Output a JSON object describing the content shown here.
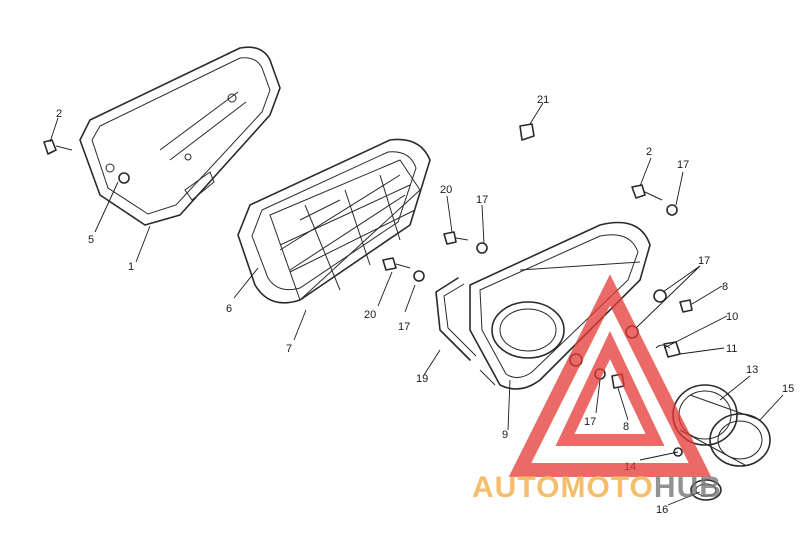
{
  "watermark": {
    "word_auto": "AUTO",
    "word_moto": "MOTO",
    "word_hub": "HUB",
    "color_orange": "#f2a93b",
    "color_red": "#e53935",
    "color_gray": "#6e6e6e"
  },
  "callouts": {
    "c1": "1",
    "c2a": "2",
    "c2b": "2",
    "c5": "5",
    "c6": "6",
    "c7": "7",
    "c8a": "8",
    "c8b": "8",
    "c9": "9",
    "c10": "10",
    "c11": "11",
    "c13": "13",
    "c14": "14",
    "c15": "15",
    "c16": "16",
    "c17a": "17",
    "c17b": "17",
    "c17c": "17",
    "c17d": "17",
    "c17e": "17",
    "c19": "19",
    "c20a": "20",
    "c20b": "20",
    "c21": "21"
  }
}
